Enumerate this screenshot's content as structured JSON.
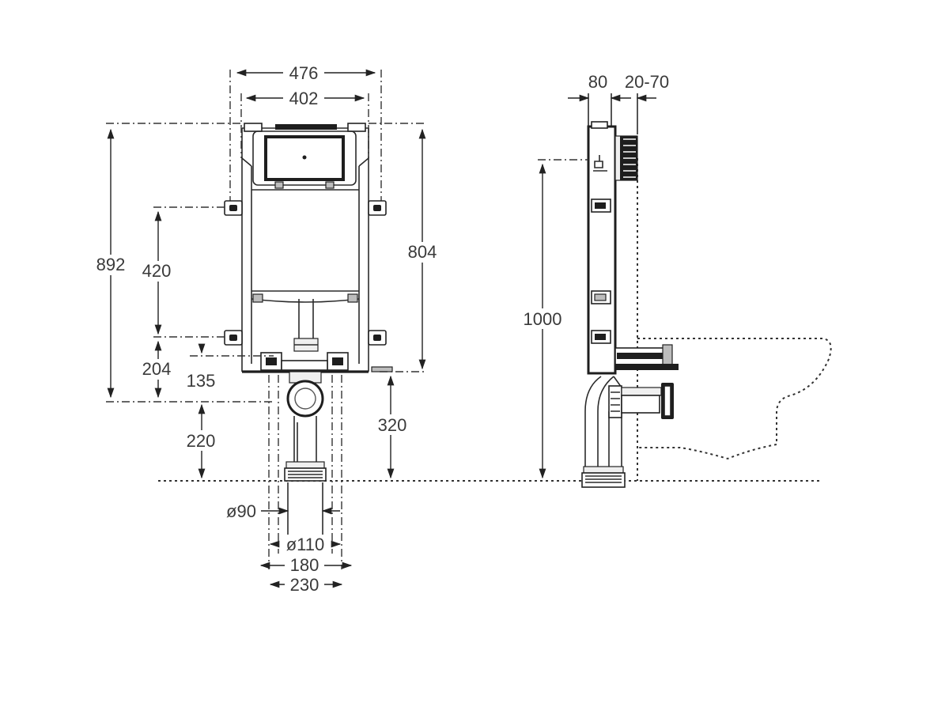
{
  "dimensions": {
    "width_outer": "476",
    "width_inner": "402",
    "height_total": "892",
    "height_frame": "804",
    "bracket_spacing": "420",
    "bracket_low_height": "204",
    "outlet_height": "135",
    "outlet_offset": "220",
    "leg_height": "320",
    "pipe_small": "ø90",
    "pipe_large": "ø110",
    "pipe_spacing_inner": "180",
    "pipe_spacing_outer": "230",
    "side_depth": "80",
    "side_adjust": "20-70",
    "side_height": "1000"
  },
  "colors": {
    "line": "#2b2b2b",
    "text": "#3a3a3a",
    "shade": "#bdbdbd"
  }
}
